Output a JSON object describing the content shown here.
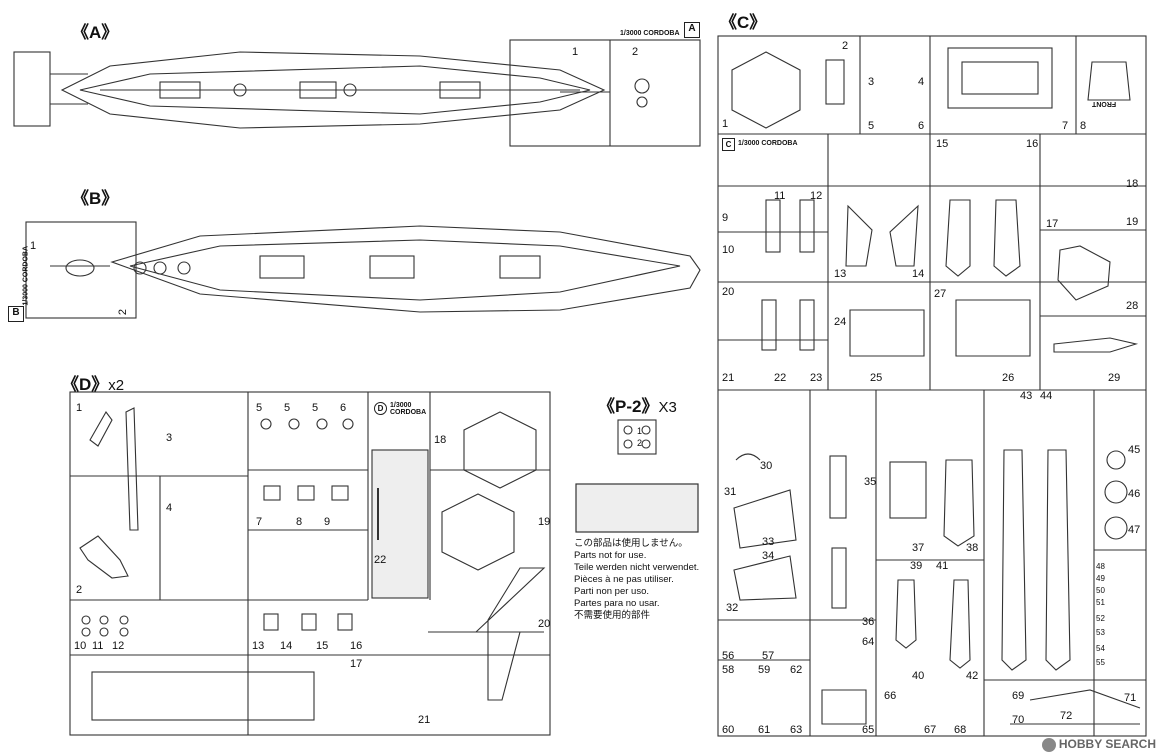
{
  "titles": {
    "A": "《A》",
    "B": "《B》",
    "C": "《C》",
    "D": "《D》",
    "D_qty": "x2",
    "P2": "《P-2》",
    "P2_qty": "X3"
  },
  "sprue_tags": {
    "A": "1/3000 CORDOBA",
    "A_letter": "A",
    "B": "1/3000 CORDOBA",
    "B_letter": "B",
    "C": "1/3000 CORDOBA",
    "C_letter": "C",
    "D": "1/3000 CORDOBA",
    "D_letter": "D"
  },
  "front_text": "FRONT",
  "not_for_use": [
    "この部品は使用しません。",
    "Parts not for use.",
    "Teile werden nicht verwendet.",
    "Pièces à ne pas utiliser.",
    "Parti non per uso.",
    "Partes para no usar.",
    "不需要使用的部件"
  ],
  "part_numbers": {
    "A": [
      "1",
      "2"
    ],
    "B": [
      "1",
      "2"
    ],
    "C": [
      "1",
      "2",
      "3",
      "4",
      "5",
      "6",
      "7",
      "8",
      "9",
      "10",
      "11",
      "12",
      "13",
      "14",
      "15",
      "16",
      "17",
      "18",
      "19",
      "20",
      "21",
      "22",
      "23",
      "24",
      "25",
      "26",
      "27",
      "28",
      "29",
      "30",
      "31",
      "32",
      "33",
      "34",
      "35",
      "36",
      "37",
      "38",
      "39",
      "40",
      "41",
      "42",
      "43",
      "44",
      "45",
      "46",
      "47",
      "48",
      "49",
      "50",
      "51",
      "52",
      "53",
      "54",
      "55",
      "56",
      "57",
      "58",
      "59",
      "60",
      "61",
      "62",
      "63",
      "64",
      "65",
      "66",
      "67",
      "68",
      "69",
      "70",
      "71",
      "72"
    ],
    "D": [
      "1",
      "2",
      "3",
      "4",
      "5",
      "5",
      "5",
      "6",
      "7",
      "8",
      "9",
      "10",
      "11",
      "12",
      "13",
      "14",
      "15",
      "16",
      "17",
      "18",
      "19",
      "20",
      "21",
      "22"
    ],
    "P2": [
      "1",
      "2"
    ]
  },
  "watermark": "HOBBY SEARCH"
}
